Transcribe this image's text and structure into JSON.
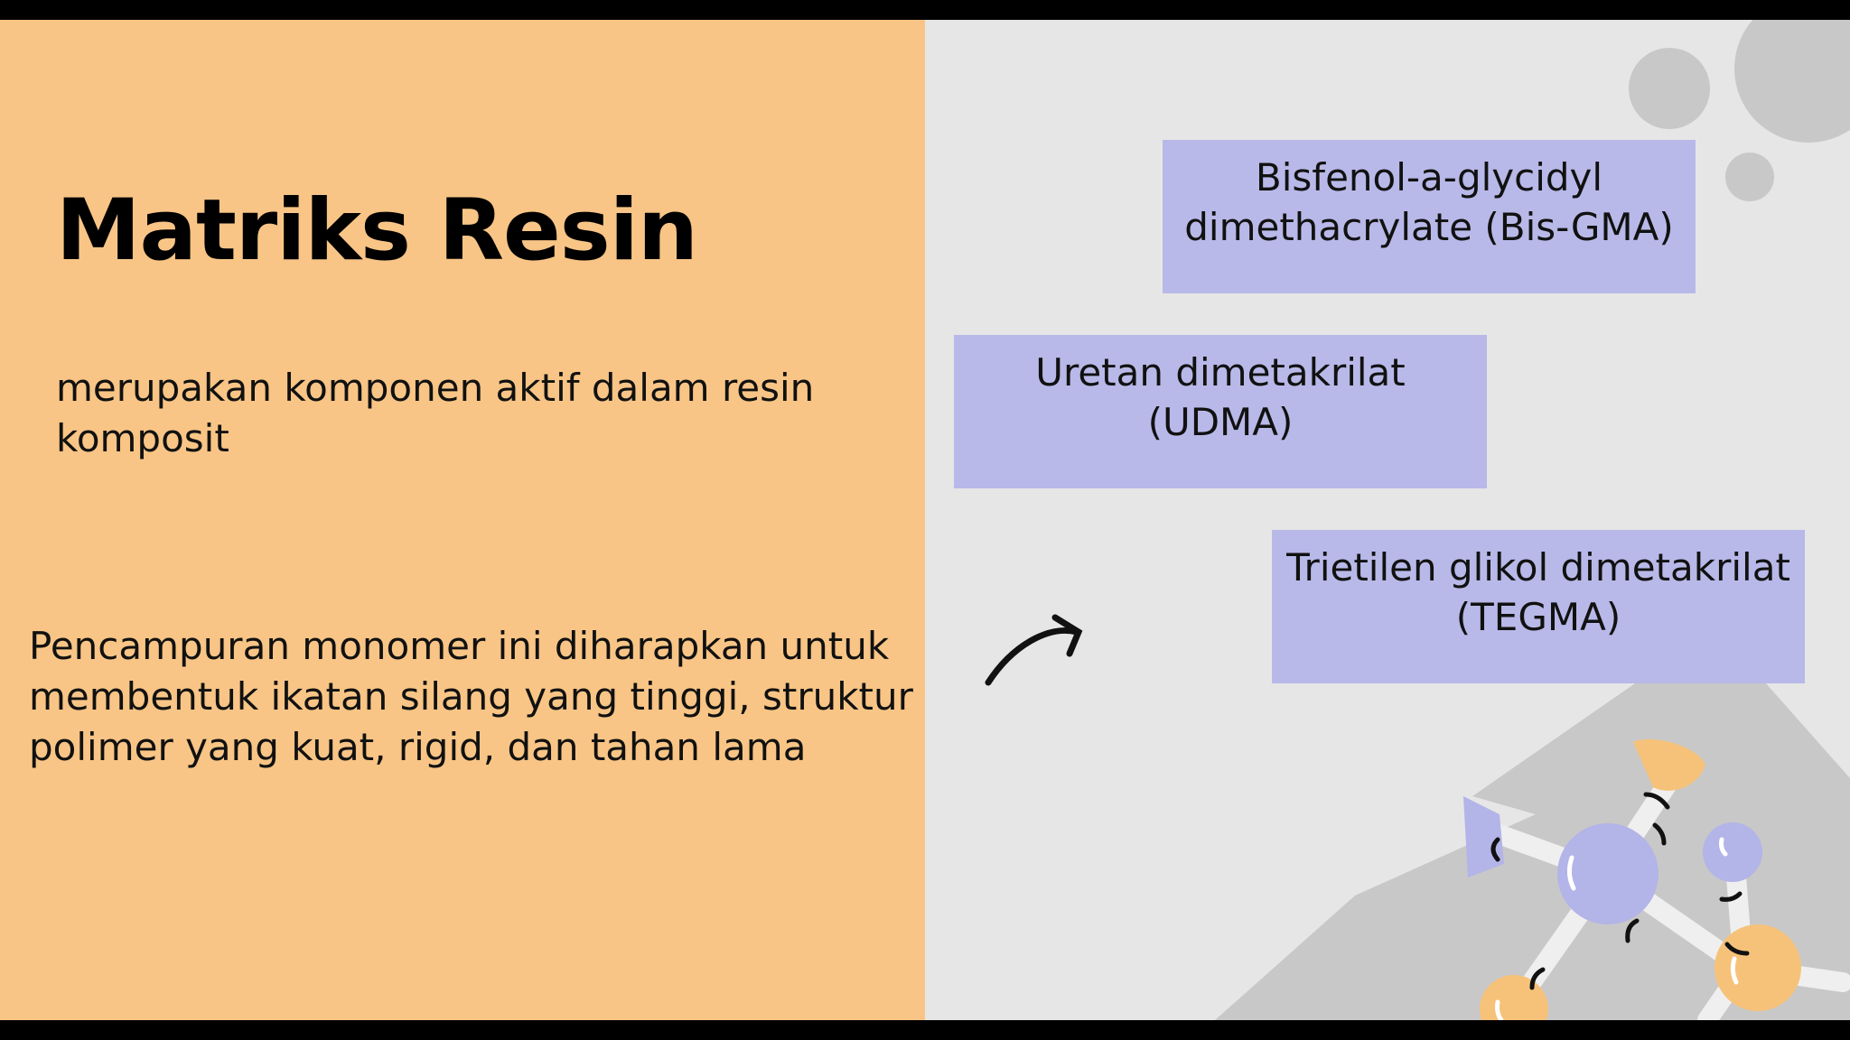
{
  "slide": {
    "title": "Matriks Resin",
    "subtitle": "merupakan komponen aktif dalam resin komposit",
    "body": "Pencampuran monomer ini diharapkan untuk membentuk ikatan silang yang tinggi, struktur polimer yang kuat, rigid, dan tahan lama",
    "monomers": [
      "Bisfenol-a-glycidyl dimethacrylate (Bis-GMA)",
      "Uretan dimetakrilat (UDMA)",
      "Trietilen glikol dimetakrilat (TEGMA)"
    ]
  },
  "colors": {
    "left_background": "#f8c586",
    "right_background": "#e6e6e6",
    "box_fill": "#b8b9e8",
    "molecule_orange": "#f6c27a",
    "molecule_purple": "#b3b4e8",
    "deco_gray": "#c8c8c8"
  },
  "icons": {
    "arrow": "curved-arrow-icon",
    "molecule": "molecule-illustration",
    "circles": "decorative-circles"
  }
}
